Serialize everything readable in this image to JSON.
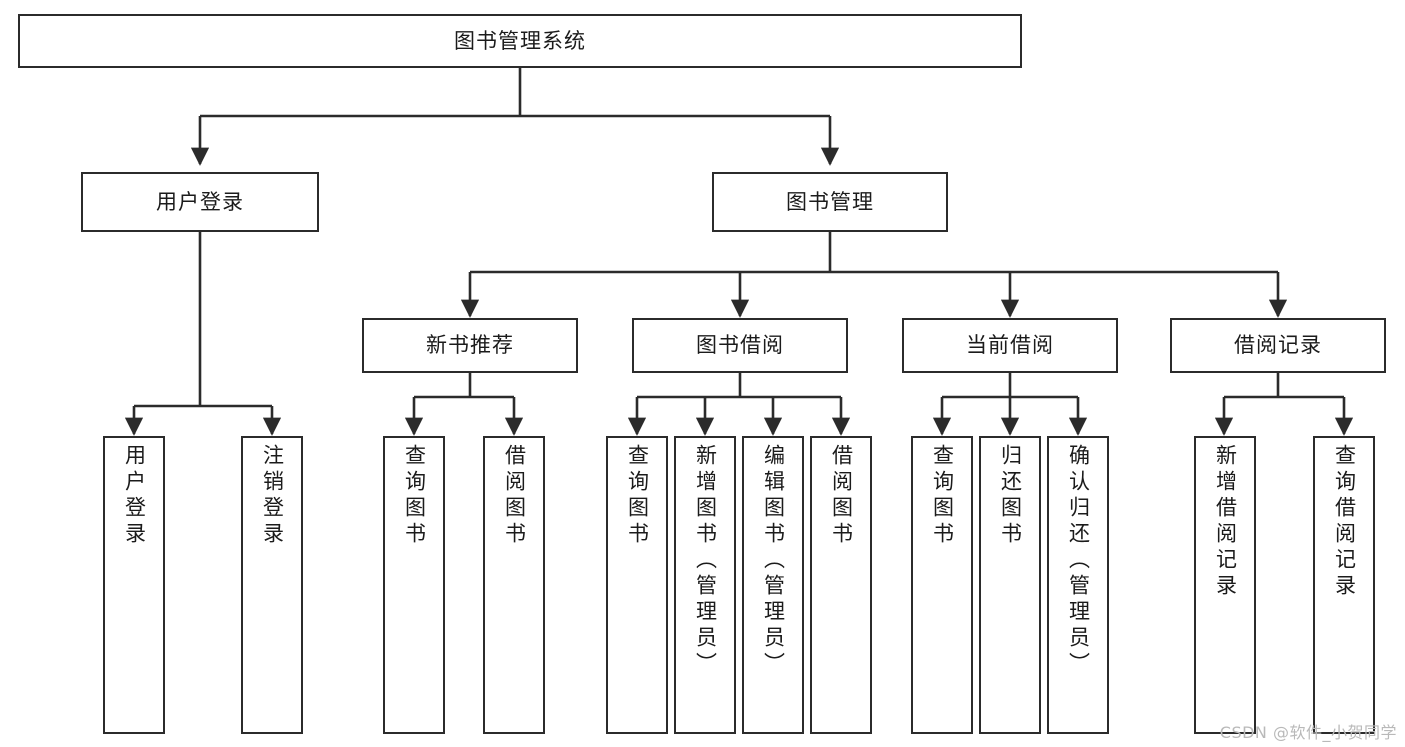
{
  "diagram": {
    "type": "tree",
    "title": "图书管理系统",
    "orientation": "top-down",
    "colors": {
      "node_border": "#2b2b2b",
      "node_fill": "#ffffff",
      "edge": "#2b2b2b",
      "text": "#1b1b1b",
      "watermark": "#b9b9b9",
      "background": "#ffffff"
    },
    "nodes": {
      "root": {
        "label": "图书管理系统",
        "level": 0
      },
      "l1": [
        {
          "id": "user_login",
          "label": "用户登录"
        },
        {
          "id": "book_manage",
          "label": "图书管理"
        }
      ],
      "l2": [
        {
          "id": "new_book_rec",
          "label": "新书推荐",
          "parent": "book_manage"
        },
        {
          "id": "book_borrow",
          "label": "图书借阅",
          "parent": "book_manage"
        },
        {
          "id": "current_borrow",
          "label": "当前借阅",
          "parent": "book_manage"
        },
        {
          "id": "borrow_record",
          "label": "借阅记录",
          "parent": "book_manage"
        }
      ],
      "leaves": [
        {
          "id": "leaf_user_login",
          "label": "用户登录",
          "parent": "user_login"
        },
        {
          "id": "leaf_logout",
          "label": "注销登录",
          "parent": "user_login"
        },
        {
          "id": "leaf_query_book_1",
          "label": "查询图书",
          "parent": "new_book_rec"
        },
        {
          "id": "leaf_borrow_book_1",
          "label": "借阅图书",
          "parent": "new_book_rec"
        },
        {
          "id": "leaf_query_book_2",
          "label": "查询图书",
          "parent": "book_borrow"
        },
        {
          "id": "leaf_add_book",
          "label": "新增图书（管理员）",
          "parent": "book_borrow"
        },
        {
          "id": "leaf_edit_book",
          "label": "编辑图书（管理员）",
          "parent": "book_borrow"
        },
        {
          "id": "leaf_borrow_book_2",
          "label": "借阅图书",
          "parent": "book_borrow"
        },
        {
          "id": "leaf_query_book_3",
          "label": "查询图书",
          "parent": "current_borrow"
        },
        {
          "id": "leaf_return_book",
          "label": "归还图书",
          "parent": "current_borrow"
        },
        {
          "id": "leaf_confirm_return",
          "label": "确认归还（管理员）",
          "parent": "current_borrow"
        },
        {
          "id": "leaf_add_record",
          "label": "新增借阅记录",
          "parent": "borrow_record"
        },
        {
          "id": "leaf_query_record",
          "label": "查询借阅记录",
          "parent": "borrow_record"
        }
      ]
    }
  },
  "watermark": {
    "text": "CSDN @软件_小贺同学"
  }
}
